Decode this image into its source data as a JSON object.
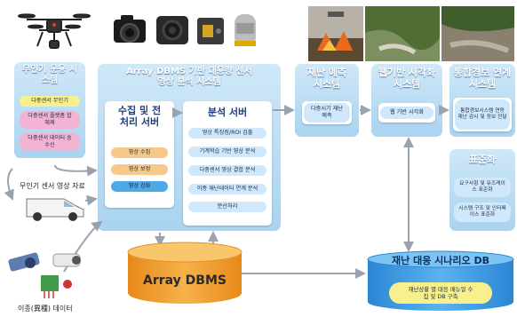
{
  "uav_system": {
    "title": "무인기 운용 시스템",
    "items": [
      "다중센서 무인기",
      "다중센서 플랫폼 합체제",
      "다중센서 데이터 송수신"
    ]
  },
  "main_system": {
    "title": "Array DBMS 기반 대용량 센서 영상 분석 시스템"
  },
  "collection": {
    "title": "수집 및 전처리 서버",
    "items": [
      "영상 수집",
      "영상 보정",
      "영상 강화"
    ]
  },
  "analysis": {
    "title": "분석 서버",
    "items": [
      "영상 특징점/ROI 검출",
      "기계학습 기반 영상 분석",
      "다중센서 영상 결합 분석",
      "이종 재난데이터 연계 분석",
      "분산처리"
    ]
  },
  "forecast": {
    "title": "재난 예측 시스템",
    "item": "다중시기 재난 예측"
  },
  "visualization": {
    "title": "웹기반 시각화 시스템",
    "item": "웹 기반 시각화"
  },
  "alert": {
    "title": "통합경보 연계 시스템",
    "item": "통합경보시스템 연동 재난 감시 및 정보 전달"
  },
  "standard": {
    "title": "표준화",
    "items": [
      "요구사항 및 유즈케이스 표준화",
      "시스템 구조 및 인터페이스 표준화"
    ]
  },
  "dbms": {
    "label": "Array DBMS"
  },
  "scenario_db": {
    "title": "재난 대응 시나리오 DB",
    "item": "재난상황 별 대응 매뉴얼 수집 및 DB 구축"
  },
  "labels": {
    "uav_sensor": "무인기 센서 영상 자료",
    "hetero": "이종(異種) 데이터"
  },
  "colors": {
    "panel_gradient_top": "#cfe8f8",
    "panel_gradient_bottom": "#a9d3f0",
    "title_navy": "#1f3d7a",
    "dbms_orange": "#f2a02c",
    "db_blue": "#2a86d4",
    "arrow_gray": "#9aa3ad"
  }
}
